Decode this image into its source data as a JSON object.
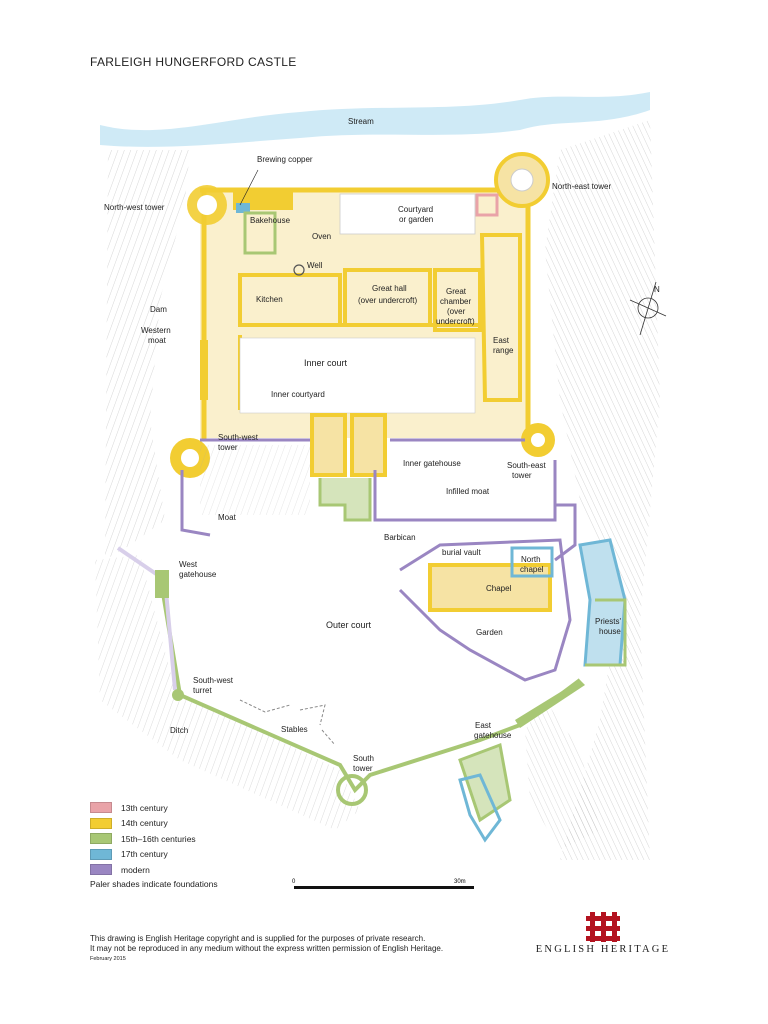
{
  "title": "FARLEIGH HUNGERFORD CASTLE",
  "colors": {
    "c13": "#e9a3a8",
    "c14": "#f2cd32",
    "c15": "#a8c774",
    "c17": "#6fb7d6",
    "modern": "#9a86c2",
    "c14_pale": "#f6e3a4",
    "c15_pale": "#d5e4bb",
    "c17_pale": "#bfe0ee",
    "modern_pale": "#d8cfea",
    "stream": "#a8d8ef",
    "brand": "#b3121f"
  },
  "labels": {
    "stream": "Stream",
    "brewing_copper": "Brewing copper",
    "northeast_tower": "North-east tower",
    "northwest_tower": "North-west tower",
    "bakehouse": "Bakehouse",
    "courtyard_garden_1": "Courtyard",
    "courtyard_garden_2": "or garden",
    "oven": "Oven",
    "well": "Well",
    "great_hall_1": "Great hall",
    "great_hall_2": "(over undercroft)",
    "kitchen": "Kitchen",
    "great_chamber_1": "Great",
    "great_chamber_2": "chamber",
    "great_chamber_3": "(over",
    "great_chamber_4": "undercroft)",
    "dam": "Dam",
    "western_moat_1": "Western",
    "western_moat_2": "moat",
    "east_range_1": "East",
    "east_range_2": "range",
    "inner_court": "Inner court",
    "inner_courtyard": "Inner courtyard",
    "southwest_tower_1": "South-west",
    "southwest_tower_2": "tower",
    "inner_gatehouse": "Inner gatehouse",
    "southeast_tower_1": "South-east",
    "southeast_tower_2": "tower",
    "infilled_moat": "Infilled moat",
    "moat": "Moat",
    "barbican": "Barbican",
    "burial_vault": "burial vault",
    "north_chapel_1": "North",
    "north_chapel_2": "chapel",
    "west_gatehouse_1": "West",
    "west_gatehouse_2": "gatehouse",
    "chapel": "Chapel",
    "outer_court": "Outer court",
    "garden": "Garden",
    "priests_house_1": "Priests'",
    "priests_house_2": "house",
    "southwest_turret_1": "South-west",
    "southwest_turret_2": "turret",
    "east_gatehouse_1": "East",
    "east_gatehouse_2": "gatehouse",
    "ditch": "Ditch",
    "stables": "Stables",
    "south_tower_1": "South",
    "south_tower_2": "tower",
    "north_arrow": "N"
  },
  "legend": [
    {
      "label": "13th century",
      "color": "#e9a3a8"
    },
    {
      "label": "14th century",
      "color": "#f2cd32"
    },
    {
      "label": "15th–16th centuries",
      "color": "#a8c774"
    },
    {
      "label": "17th century",
      "color": "#6fb7d6"
    },
    {
      "label": "modern",
      "color": "#9a86c2"
    }
  ],
  "legend_note": "Paler shades indicate foundations",
  "scale": {
    "start": "0",
    "end": "30m"
  },
  "copyright": {
    "line1": "This drawing is English Heritage copyright and is supplied for the purposes of private research.",
    "line2": "It may not be reproduced in any medium without the express written permission of English Heritage.",
    "date": "February 2015"
  },
  "brand": "ENGLISH HERITAGE"
}
